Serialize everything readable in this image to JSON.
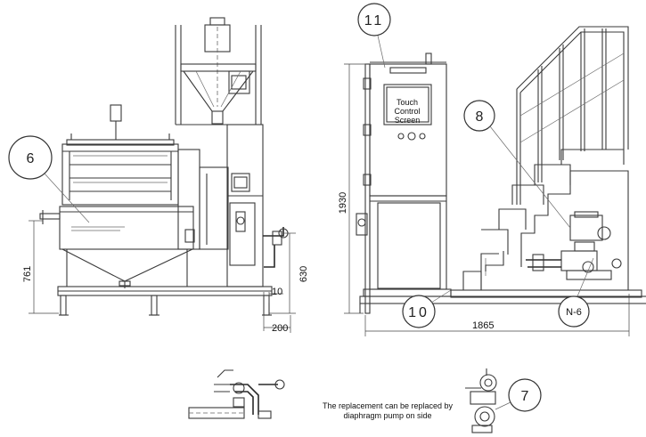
{
  "callouts": {
    "c6": "6",
    "c11": "11",
    "c8": "8",
    "c10": "10",
    "cN6": "N-6",
    "c7": "7"
  },
  "dimensions": {
    "d761": "761",
    "d630": "630",
    "d10": "10",
    "d200": "200",
    "d1930": "1930",
    "d1865": "1865"
  },
  "panel": {
    "screen_line1": "Touch",
    "screen_line2": "Control",
    "screen_line3": "Screen"
  },
  "note": {
    "line1": "The replacement can be replaced by",
    "line2": "diaphragm pump on side"
  }
}
